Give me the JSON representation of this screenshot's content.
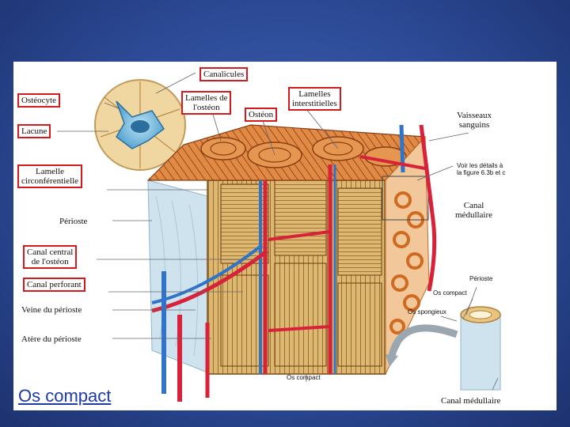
{
  "caption": "Os compact",
  "labels": {
    "canalicules": "Canalicules",
    "osteocyte": "Ostéocyte",
    "lamelles_osteon": "Lamelles de\nl'ostéon",
    "osteon": "Ostéon",
    "lamelles_interstitielles": "Lamelles\ninterstitielles",
    "lacune": "Lacune",
    "vaisseaux": "Vaisseaux\nsanguins",
    "voir_details": "Voir les détails à\nla figure 6.3b et c",
    "lamelle_circ": "Lamelle\ncirconférentielle",
    "canal_medullaire_right": "Canal\nmédullaire",
    "periosteum": "Périoste",
    "canal_central": "Canal central\nde l'ostéon",
    "canal_perforant": "Canal perforant",
    "veine": "Veine du périoste",
    "atere": "Atère du périoste",
    "periosteum_small": "Périoste",
    "os_compact_small": "Os compact",
    "os_spongieux": "Os spongieux",
    "os_compact_bottom": "Os compact",
    "canal_medullaire_bottom": "Canal médullaire"
  },
  "colors": {
    "box_red": "#d41a1a",
    "caption_blue": "#1d3aa8",
    "bone": "#d9b36a",
    "osteon_orange": "#d77a3c",
    "vessel_red": "#d8223a",
    "vessel_blue": "#2f74c8",
    "periosteum": "#cfe3ef"
  }
}
